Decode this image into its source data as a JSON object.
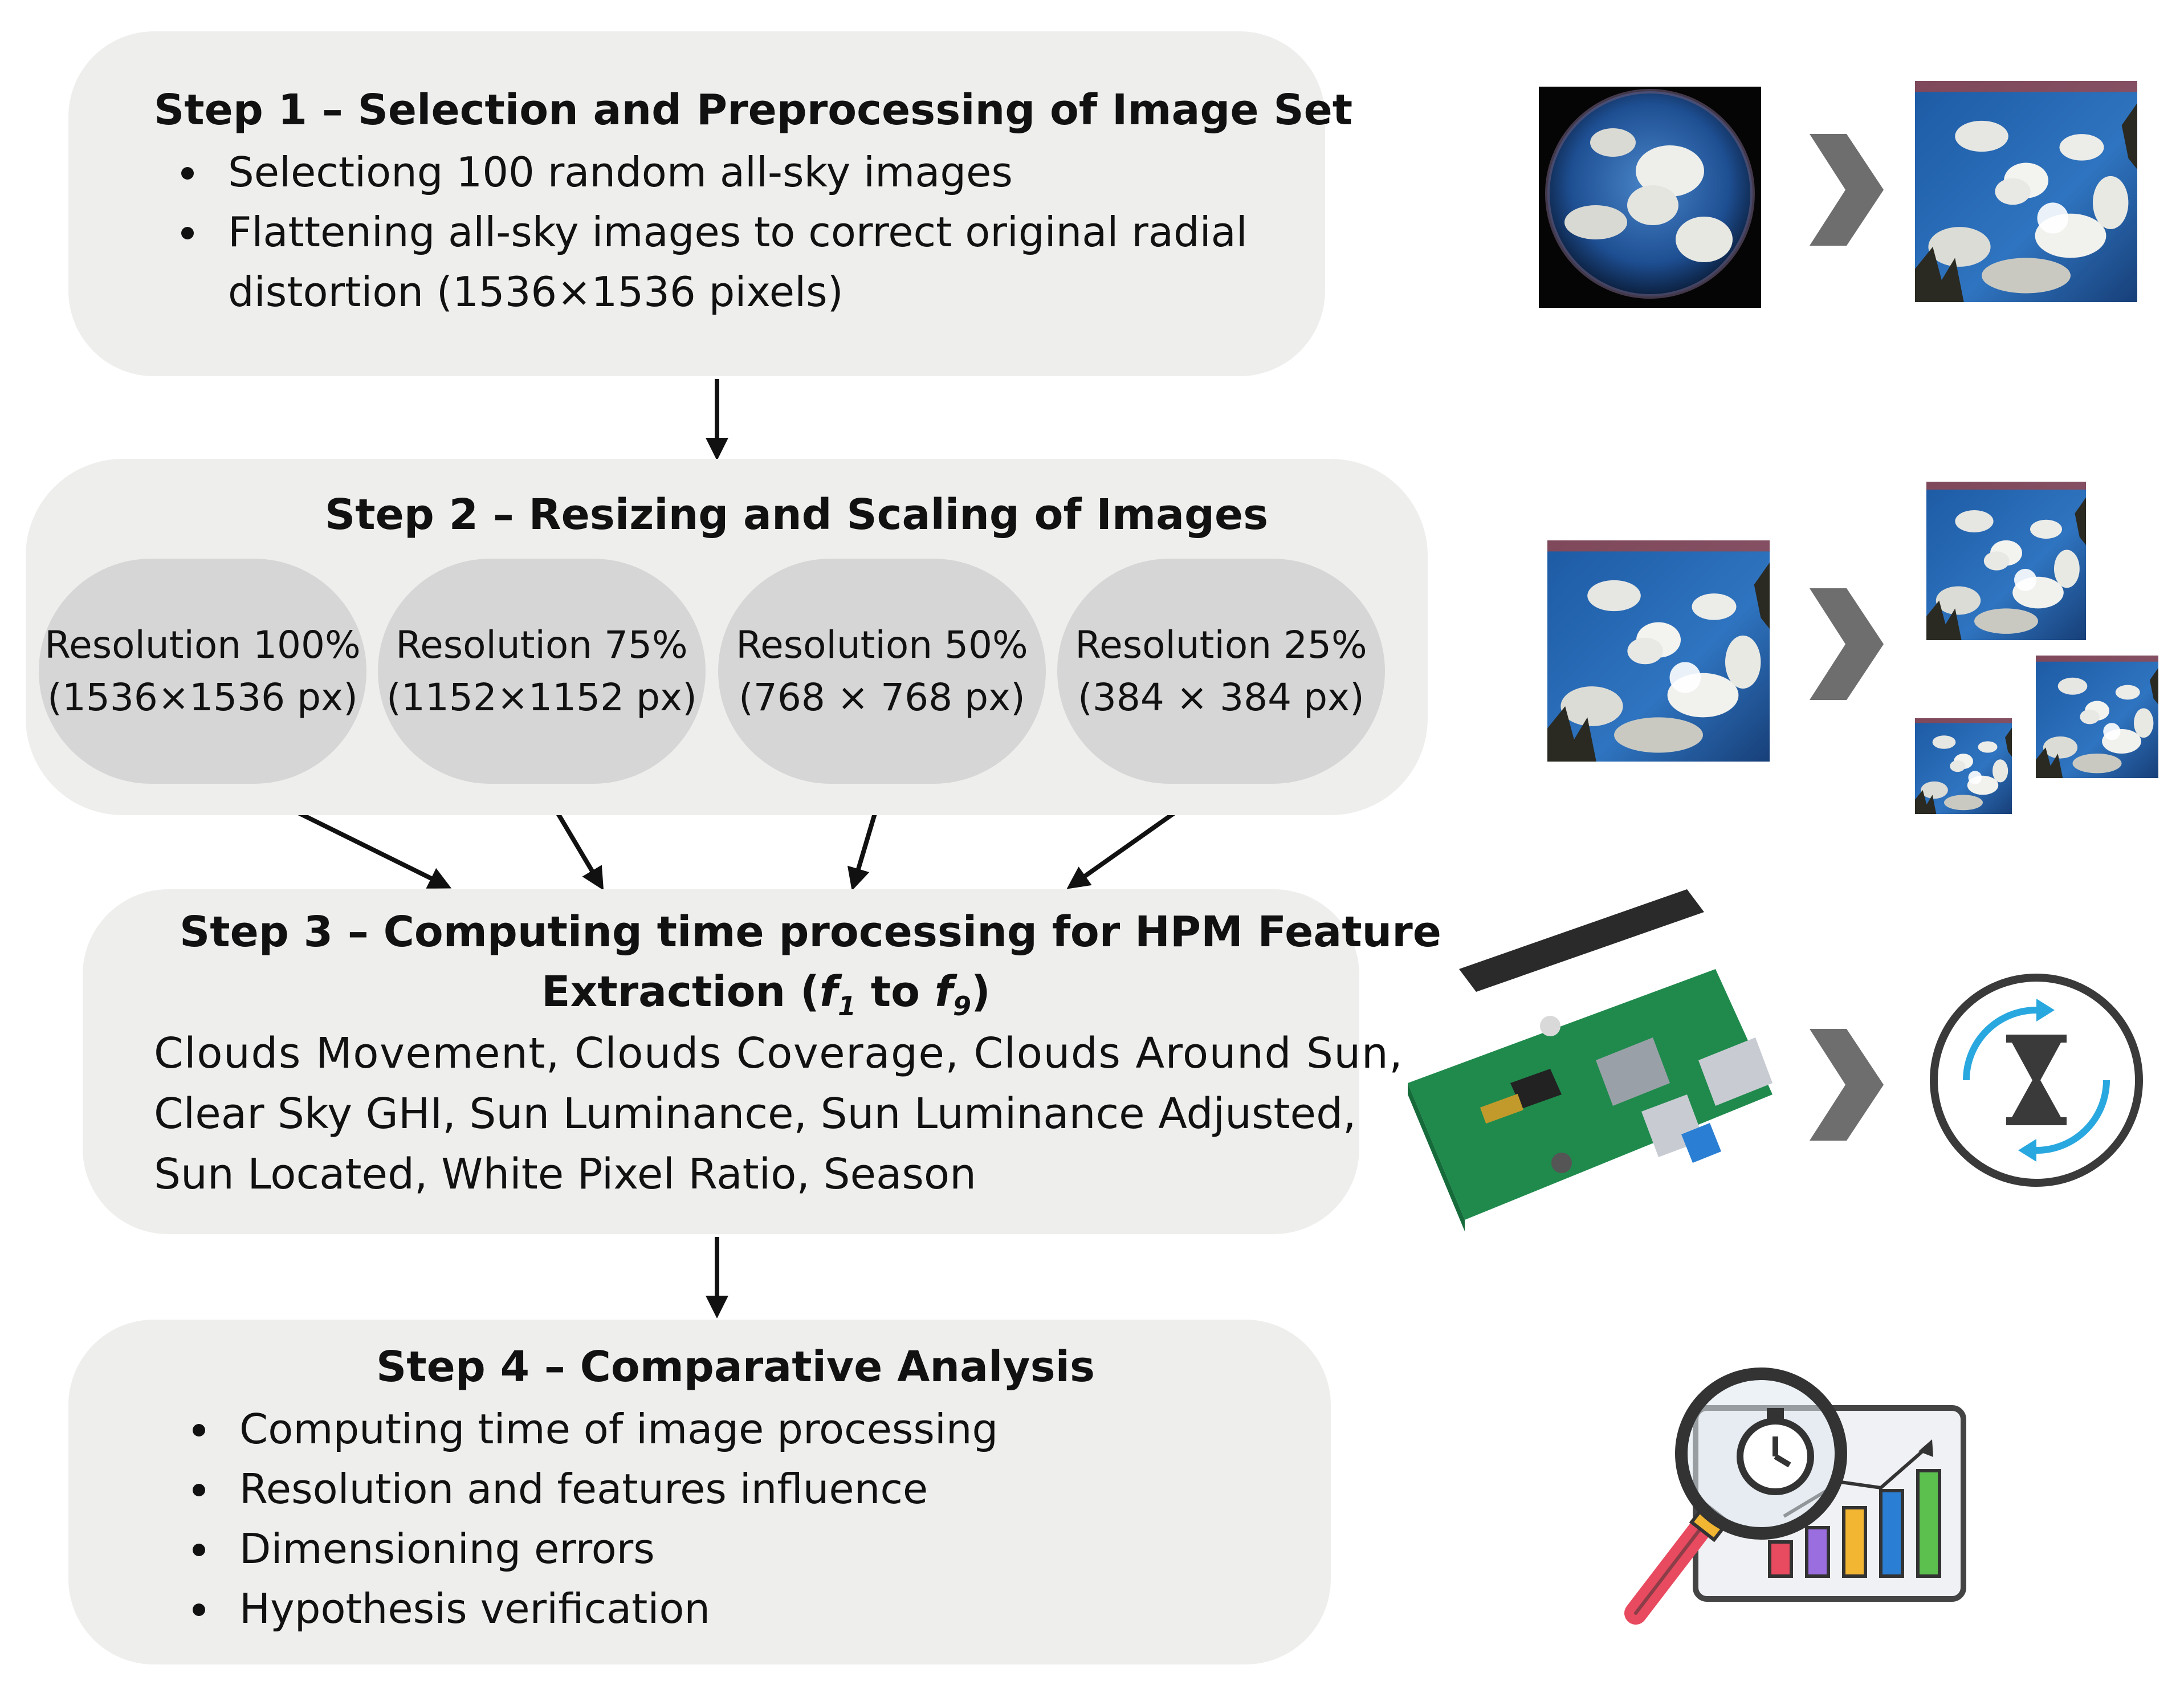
{
  "step1": {
    "title": "Step 1 – Selection and Preprocessing of Image Set",
    "bullets": [
      "Selectiong 100 random all-sky images",
      "Flattening all-sky images to correct original radial",
      "distortion (1536×1536 pixels)"
    ]
  },
  "step2": {
    "title": "Step 2 – Resizing and Scaling of Images",
    "resolutions": [
      {
        "label": "Resolution 100%",
        "size": "(1536×1536 px)"
      },
      {
        "label": "Resolution 75%",
        "size": "(1152×1152 px)"
      },
      {
        "label": "Resolution 50%",
        "size": "(768 × 768 px)"
      },
      {
        "label": "Resolution 25%",
        "size": "(384 × 384 px)"
      }
    ]
  },
  "step3": {
    "title_line1": "Step 3 – Computing time processing for HPM Feature",
    "title_prefix": "Extraction (",
    "f_start": "f",
    "f_start_sub": "1",
    "to": " to ",
    "f_end": "f",
    "f_end_sub": "9",
    "title_suffix": ")",
    "features": [
      "Clouds Movement, Clouds Coverage, Clouds Around Sun,",
      "Clear Sky GHI, Sun Luminance, Sun Luminance Adjusted,",
      "Sun Located, White Pixel Ratio, Season"
    ]
  },
  "step4": {
    "title": "Step 4 – Comparative Analysis",
    "bullets": [
      "Computing time of image processing",
      "Resolution and features influence",
      "Dimensioning errors",
      "Hypothesis verification"
    ]
  },
  "colors": {
    "box": "#eeefec",
    "pill": "#d6d6d6",
    "chevron": "#6e6e6e",
    "sky": "#1f5fa8",
    "board": "#1f8a4c",
    "hourglass_accent": "#29a8e0",
    "magnifier_handle": "#e84a5f",
    "bar_colors": [
      "#e84a5f",
      "#9b6ee0",
      "#f2b632",
      "#2a7fd4",
      "#5cc04f"
    ]
  },
  "icons": [
    "fisheye-sky-image",
    "flattened-sky-image",
    "raspberry-pi-board",
    "hourglass-refresh-icon",
    "magnifier-chart-icon"
  ]
}
